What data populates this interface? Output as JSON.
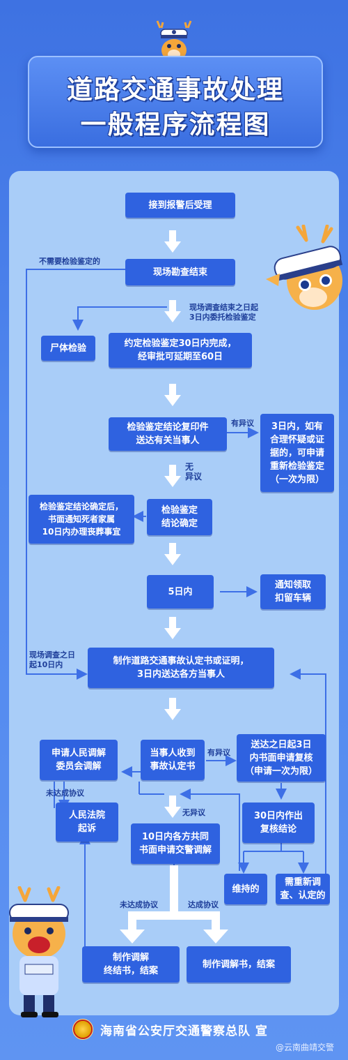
{
  "title": {
    "line1": "道路交通事故处理",
    "line2": "一般程序流程图"
  },
  "nodes": {
    "accept": "接到报警后受理",
    "survey_end": "现场勘查结束",
    "autopsy": "尸体检验",
    "appraisal_30": "约定检验鉴定30日内完成，\n经审批可延期至60日",
    "copy_deliver": "检验鉴定结论复印件\n送达有关当事人",
    "reapply": "3日内，如有\n合理怀疑或证\n据的，可申请\n重新检验鉴定\n（一次为限）",
    "notify_family": "检验鉴定结论确定后，\n书面通知死者家属\n10日内办理丧葬事宜",
    "conclusion_confirm": "检验鉴定\n结论确定",
    "within_5": "5日内",
    "notify_vehicle": "通知领取\n扣留车辆",
    "make_cert": "制作道路交通事故认定书或证明，\n3日内送达各方当事人",
    "apply_committee": "申请人民调解\n委员会调解",
    "receive_cert": "当事人收到\n事故认定书",
    "review_apply": "送达之日起3日\n内书面申请复核\n（申请一次为限）",
    "court": "人民法院\n起诉",
    "review_30": "30日内作出\n复核结论",
    "mediation_10": "10日内各方共同\n书面申请交警调解",
    "maintain": "维持的",
    "reinvestigate": "需重新调\n查、认定的",
    "end_terminate": "制作调解\n终结书，结案",
    "end_agreement": "制作调解书，结案"
  },
  "labels": {
    "no_need_appraisal": "不需要检验鉴定的",
    "entrust_appraisal": "现场调查结束之日起\n3日内委托检验鉴定",
    "objection_1": "有异议",
    "no_objection_1": "无\n异议",
    "survey_10days": "现场调查之日\n起10日内",
    "objection_2": "有异议",
    "no_agreement_1": "未达成协议",
    "no_objection_2": "无异议",
    "no_agreement_2": "未达成协议",
    "agreement": "达成协议"
  },
  "footer": {
    "issuer": "海南省公安厅交通警察总队 宣",
    "watermark": "@云南曲靖交警"
  },
  "colors": {
    "box": "#2f62e0",
    "panel": "#a9cdf8",
    "line": "#3d6fe6",
    "label": "#1f3f9a"
  },
  "icons": [
    "police-deer-mascot-icon",
    "police-emblem-icon"
  ]
}
